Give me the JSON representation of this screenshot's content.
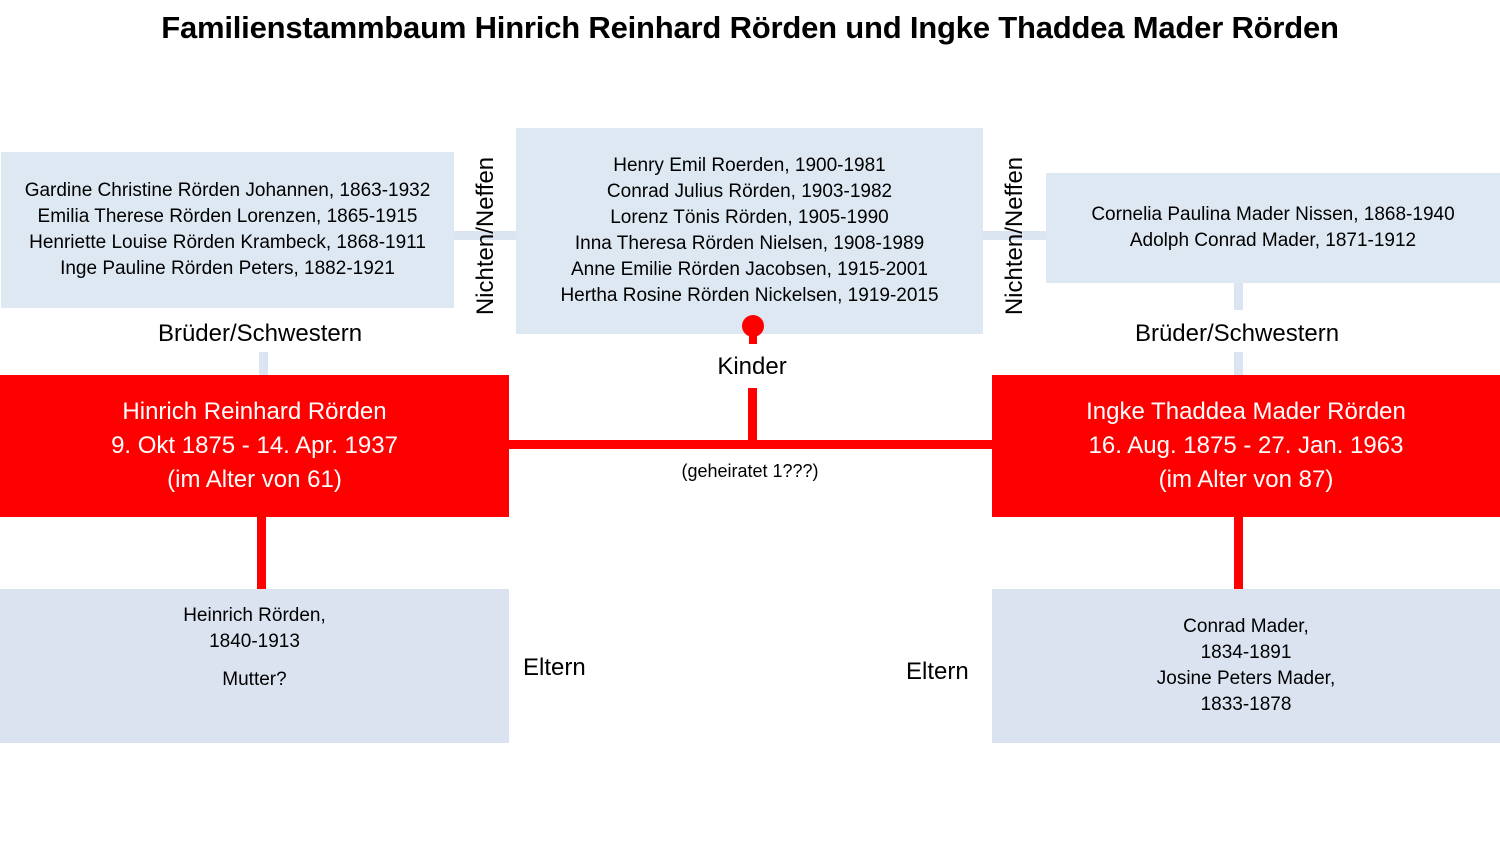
{
  "title": "Familienstammbaum Hinrich Reinhard Rörden und Ingke Thaddea Mader Rörden",
  "left_siblings": [
    "Gardine Christine Rörden Johannen, 1863-1932",
    "Emilia Therese Rörden Lorenzen, 1865-1915",
    "Henriette Louise Rörden Krambeck, 1868-1911",
    "Inge Pauline Rörden Peters, 1882-1921"
  ],
  "children": [
    "Henry Emil Roerden, 1900-1981",
    "Conrad Julius Rörden, 1903-1982",
    "Lorenz Tönis Rörden, 1905-1990",
    "Inna Theresa Rörden Nielsen, 1908-1989",
    "Anne Emilie Rörden Jacobsen, 1915-2001",
    "Hertha Rosine Rörden Nickelsen, 1919-2015"
  ],
  "right_siblings": [
    "Cornelia Paulina Mader Nissen, 1868-1940",
    "Adolph Conrad Mader, 1871-1912"
  ],
  "labels": {
    "nieces_left": "Nichten/Neffen",
    "nieces_right": "Nichten/Neffen",
    "siblings_left": "Brüder/Schwestern",
    "siblings_right": "Brüder/Schwestern",
    "children": "Kinder",
    "married": "(geheiratet 1???)",
    "parents_left": "Eltern",
    "parents_right": "Eltern"
  },
  "husband": {
    "name": "Hinrich Reinhard Rörden",
    "dates": "9. Okt 1875 - 14. Apr. 1937",
    "age": "(im Alter von 61)"
  },
  "wife": {
    "name": "Ingke Thaddea Mader Rörden",
    "dates": "16. Aug. 1875 - 27. Jan. 1963",
    "age": "(im Alter von 87)"
  },
  "husband_parents": {
    "father_name": "Heinrich Rörden,",
    "father_dates": "1840-1913",
    "mother": "Mutter?"
  },
  "wife_parents": {
    "father_name": "Conrad Mader,",
    "father_dates": "1834-1891",
    "mother_name": "Josine Peters Mader,",
    "mother_dates": "1833-1878"
  },
  "colors": {
    "accent": "#ff0000",
    "box_blue": "#dde8f3",
    "box_grey": "#dbe3f1"
  }
}
